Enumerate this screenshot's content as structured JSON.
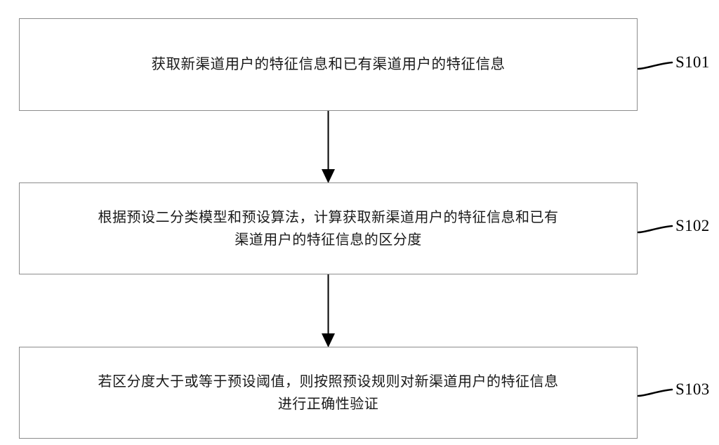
{
  "diagram": {
    "type": "flowchart",
    "orientation": "vertical",
    "background_color": "#ffffff",
    "box_border_color": "#8c8c8c",
    "text_color": "#1a1a1a",
    "connector_color": "#000000",
    "nodes": [
      {
        "id": "S101",
        "shape": "rectangle",
        "text": "获取新渠道用户的特征信息和已有渠道用户的特征信息",
        "label": "S101"
      },
      {
        "id": "S102",
        "shape": "rectangle",
        "text": "根据预设二分类模型和预设算法，计算获取新渠道用户的特征信息和已有\n渠道用户的特征信息的区分度",
        "label": "S102"
      },
      {
        "id": "S103",
        "shape": "rectangle",
        "text": "若区分度大于或等于预设阈值，则按照预设规则对新渠道用户的特征信息\n进行正确性验证",
        "label": "S103"
      }
    ],
    "connectors": [
      {
        "from": "S101",
        "to": "S102",
        "style": "arrow-down"
      },
      {
        "from": "S102",
        "to": "S103",
        "style": "arrow-down"
      }
    ]
  }
}
